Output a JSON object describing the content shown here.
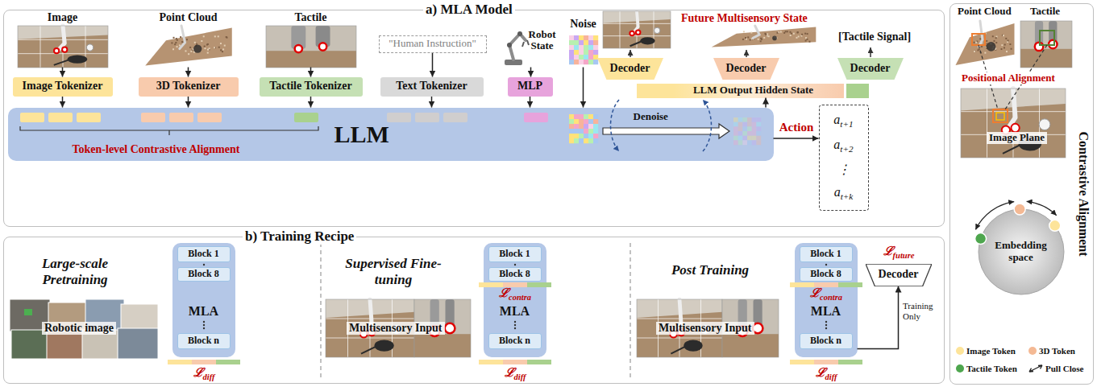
{
  "diagram": {
    "nodes": [
      {
        "text": [
          "a) MLA Model"
        ]
      },
      {
        "text": [
          "Image"
        ],
        "in": 0
      },
      {
        "text": [
          "Point Cloud"
        ],
        "in": 0
      },
      {
        "text": [
          "Tactile"
        ],
        "in": 0
      },
      {
        "text": [
          "\"Human Instruction\""
        ],
        "in": 0
      },
      {
        "text": [
          "Robot State"
        ],
        "in": 0
      },
      {
        "text": [
          "Noise"
        ],
        "in": 0
      },
      {
        "text": [
          "Image Tokenizer"
        ],
        "in": 0
      },
      {
        "text": [
          "3D Tokenizer"
        ],
        "in": 0
      },
      {
        "text": [
          "Tactile Tokenizer"
        ],
        "in": 0
      },
      {
        "text": [
          "Text Tokenizer"
        ],
        "in": 0
      },
      {
        "text": [
          "MLP"
        ],
        "in": 0
      },
      {
        "text": [
          "LLM",
          "Token-level Contrastive Alignment",
          "Denoise"
        ],
        "in": 0
      },
      {
        "text": [
          "Decoder"
        ],
        "in": 0
      },
      {
        "text": [
          "Decoder"
        ],
        "in": 0
      },
      {
        "text": [
          "Decoder"
        ],
        "in": 0
      },
      {
        "text": [
          "LLM Output Hidden State"
        ],
        "in": 0
      },
      {
        "text": [
          "at+1",
          "at+2",
          "⋮",
          "at+k"
        ],
        "in": 0
      },
      {
        "text": [
          "b) Training Recipe"
        ]
      },
      {
        "text": [
          "MLA"
        ],
        "in": 18
      },
      {
        "text": [
          "Block 1"
        ],
        "in": 19
      },
      {
        "text": [
          "Block 8"
        ],
        "in": 19
      },
      {
        "text": [
          "Block n"
        ],
        "in": 19
      },
      {
        "text": [
          "MLA"
        ],
        "in": 18
      },
      {
        "text": [
          "Block 1"
        ],
        "in": 23
      },
      {
        "text": [
          "Block 8"
        ],
        "in": 23
      },
      {
        "text": [
          "Block n"
        ],
        "in": 23
      },
      {
        "text": [
          "MLA"
        ],
        "in": 18
      },
      {
        "text": [
          "Block 1"
        ],
        "in": 27
      },
      {
        "text": [
          "Block 8"
        ],
        "in": 27
      },
      {
        "text": [
          "Block n"
        ],
        "in": 27
      },
      {
        "text": [
          "Decoder"
        ],
        "in": 18
      },
      {
        "text": [
          "Contrastive Alignment"
        ]
      },
      {
        "text": [
          "Embedding space"
        ],
        "in": 32
      }
    ],
    "edges": [
      {
        "from": 1,
        "to": 7,
        "arrow": "to"
      },
      {
        "from": 2,
        "to": 8,
        "arrow": "to"
      },
      {
        "from": 3,
        "to": 9,
        "arrow": "to"
      },
      {
        "from": 4,
        "to": 10,
        "arrow": "to"
      },
      {
        "from": 5,
        "to": 11,
        "arrow": "to"
      },
      {
        "from": 7,
        "to": 12,
        "arrow": "to"
      },
      {
        "from": 8,
        "to": 12,
        "arrow": "to"
      },
      {
        "from": 9,
        "to": 12,
        "arrow": "to"
      },
      {
        "from": 10,
        "to": 12,
        "arrow": "to"
      },
      {
        "from": 11,
        "to": 12,
        "arrow": "to"
      },
      {
        "from": 6,
        "to": 12,
        "arrow": "to"
      },
      {
        "from": 12,
        "to": 17,
        "label": "Action",
        "arrow": "to"
      },
      {
        "from": 12,
        "to": 16,
        "arrow": "to"
      },
      {
        "from": 27,
        "to": 31,
        "label": "Training Only",
        "arrow": "to"
      }
    ],
    "labels": [
      "Future Multisensory State",
      "[Tactile Signal]",
      "Large-scale Pretraining",
      "Robotic image",
      "ℒdiff",
      "Supervised Fine-tuning",
      "Multisensory Input",
      "ℒcontra",
      "ℒdiff",
      "Post Training",
      "Multisensory Input",
      "ℒcontra",
      "ℒdiff",
      "ℒfuture",
      "Point Cloud",
      "Tactile",
      "Positional Alignment",
      "Image Plane"
    ],
    "legend": [
      {
        "text": "Image Token",
        "color": "#fde49a"
      },
      {
        "text": "3D Token",
        "color": "#f4b994"
      },
      {
        "text": "Tactile Token",
        "color": "#4ea64e"
      },
      {
        "text": "Pull Close"
      }
    ]
  }
}
